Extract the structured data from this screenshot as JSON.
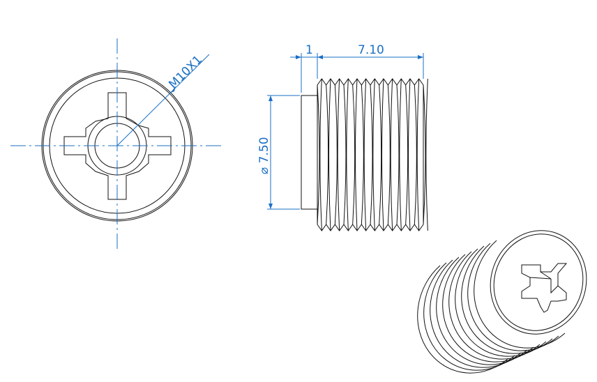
{
  "drawing": {
    "front_view": {
      "thread_callout": "M10X1"
    },
    "side_view": {
      "flange_length": "1",
      "thread_length": "7.10",
      "diameter_symbol": "⌀",
      "diameter": "7.50"
    },
    "colors": {
      "dimension": "#1a6fc4",
      "geometry": "#111111"
    }
  }
}
